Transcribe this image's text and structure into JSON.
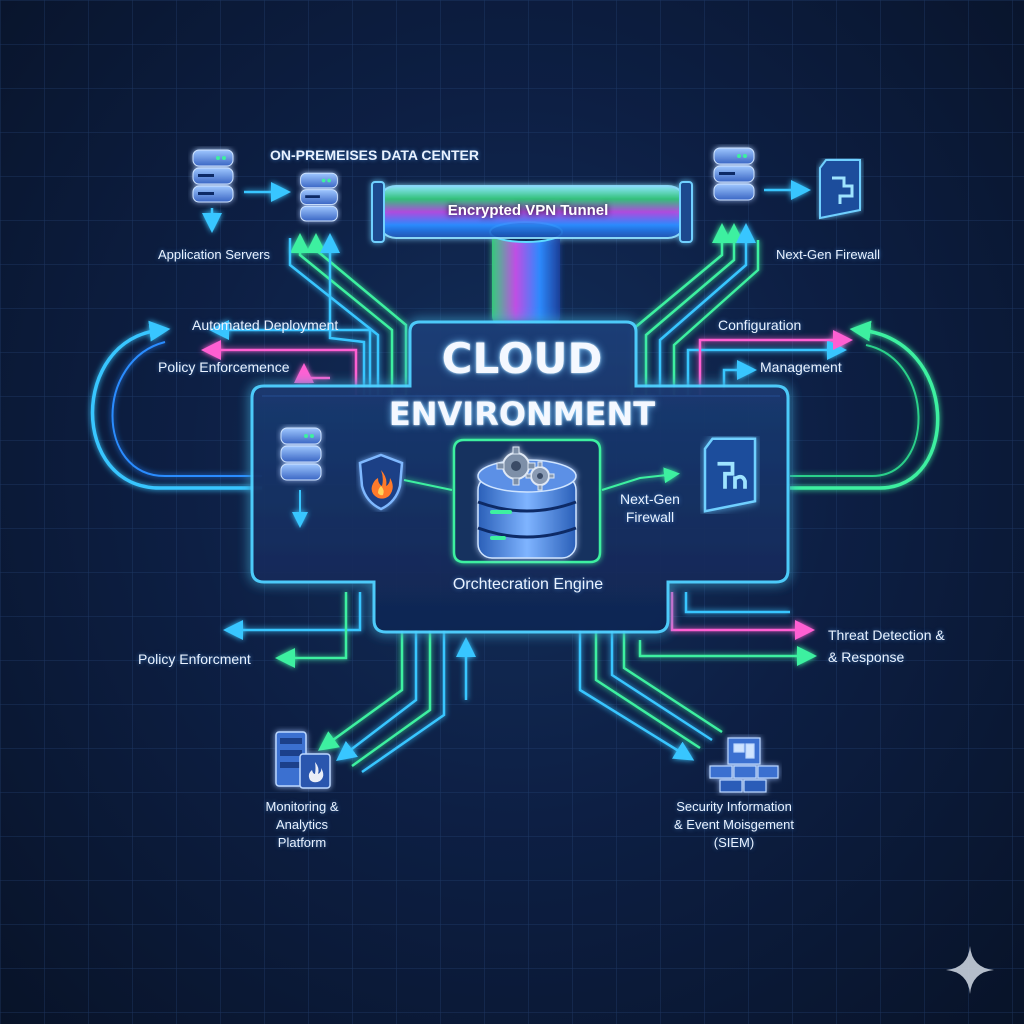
{
  "labels": {
    "onprem_title": "ON-PREMEISES DATA CENTER",
    "vpn_tunnel": "Encrypted VPN Tunnel",
    "app_servers": "Application Servers",
    "nextgen_fw_top": "Next-Gen Firewall",
    "automated_deployment": "Automated Deployment",
    "policy_enforcement_top": "Policy Enforcemence",
    "configuration": "Configuration",
    "management": "Management",
    "cloud_line1": "CLOUD",
    "cloud_line2": "ENVIRONMENT",
    "nextgen_fw_inner": "Next-Gen\nFirewall",
    "orchestration_engine": "Orchtecration Engine",
    "policy_enforcement_bottom": "Policy Enforcment",
    "threat_line1": "Threat Detection &",
    "threat_line2": "& Response",
    "monitoring": "Monitoring &\nAnalytics\nPlatform",
    "siem": "Security Information\n& Event Moisgement\n(SIEM)"
  },
  "icons": {
    "server_topleft_a": "server-stack-icon",
    "server_topleft_b": "server-stack-icon",
    "server_topright": "server-stack-icon",
    "firewall_topright": "firewall-icon",
    "server_inner": "server-stack-icon",
    "shield_flame": "shield-flame-icon",
    "engine_gears": "database-gears-icon",
    "firewall_inner": "firewall-icon",
    "monitoring_server": "server-rack-icon",
    "siem_blocks": "brick-wall-icon",
    "sparkle": "sparkle-icon"
  },
  "colors": {
    "background": "#0d1f44",
    "cyan": "#39c6ff",
    "green": "#3df0a0",
    "pink": "#ff5fd2",
    "blue": "#3a8dff",
    "panel": "#15315f"
  }
}
